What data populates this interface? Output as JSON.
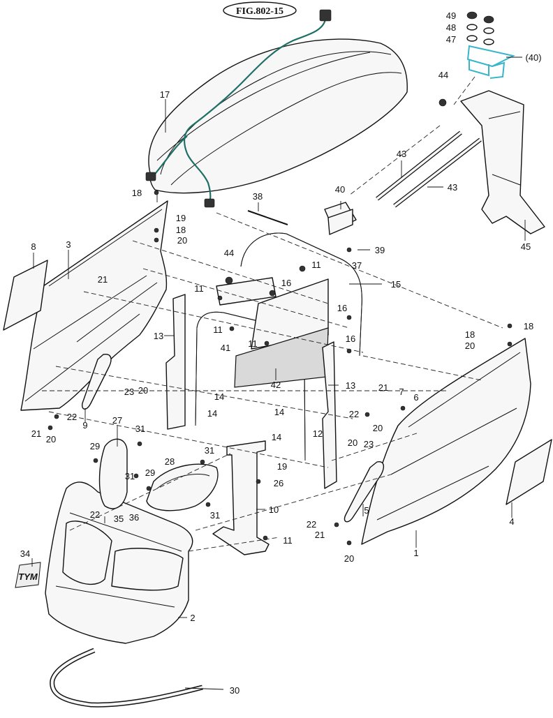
{
  "figure_ref": "FIG.802-15",
  "callouts": [
    {
      "id": "c1",
      "text": "1"
    },
    {
      "id": "c2",
      "text": "2"
    },
    {
      "id": "c3",
      "text": "3"
    },
    {
      "id": "c4",
      "text": "4"
    },
    {
      "id": "c5",
      "text": "5"
    },
    {
      "id": "c6",
      "text": "6"
    },
    {
      "id": "c7",
      "text": "7"
    },
    {
      "id": "c8",
      "text": "8"
    },
    {
      "id": "c9",
      "text": "9"
    },
    {
      "id": "c10",
      "text": "10"
    },
    {
      "id": "c11a",
      "text": "11"
    },
    {
      "id": "c11b",
      "text": "11"
    },
    {
      "id": "c11c",
      "text": "11"
    },
    {
      "id": "c11d",
      "text": "11"
    },
    {
      "id": "c11e",
      "text": "11"
    },
    {
      "id": "c12",
      "text": "12"
    },
    {
      "id": "c13a",
      "text": "13"
    },
    {
      "id": "c13b",
      "text": "13"
    },
    {
      "id": "c14a",
      "text": "14"
    },
    {
      "id": "c14b",
      "text": "14"
    },
    {
      "id": "c14c",
      "text": "14"
    },
    {
      "id": "c14d",
      "text": "14"
    },
    {
      "id": "c15",
      "text": "15"
    },
    {
      "id": "c16a",
      "text": "16"
    },
    {
      "id": "c16b",
      "text": "16"
    },
    {
      "id": "c16c",
      "text": "16"
    },
    {
      "id": "c17",
      "text": "17"
    },
    {
      "id": "c18a",
      "text": "18"
    },
    {
      "id": "c18b",
      "text": "18"
    },
    {
      "id": "c18c",
      "text": "18"
    },
    {
      "id": "c18d",
      "text": "18"
    },
    {
      "id": "c19a",
      "text": "19"
    },
    {
      "id": "c19b",
      "text": "19"
    },
    {
      "id": "c20a",
      "text": "20"
    },
    {
      "id": "c20b",
      "text": "20"
    },
    {
      "id": "c20c",
      "text": "20"
    },
    {
      "id": "c20d",
      "text": "20"
    },
    {
      "id": "c20e",
      "text": "20"
    },
    {
      "id": "c20f",
      "text": "20"
    },
    {
      "id": "c20g",
      "text": "20"
    },
    {
      "id": "c21a",
      "text": "21"
    },
    {
      "id": "c21b",
      "text": "21"
    },
    {
      "id": "c21c",
      "text": "21"
    },
    {
      "id": "c21d",
      "text": "21"
    },
    {
      "id": "c22a",
      "text": "22"
    },
    {
      "id": "c22b",
      "text": "22"
    },
    {
      "id": "c22c",
      "text": "22"
    },
    {
      "id": "c22d",
      "text": "22"
    },
    {
      "id": "c23a",
      "text": "23"
    },
    {
      "id": "c23b",
      "text": "23"
    },
    {
      "id": "c26",
      "text": "26"
    },
    {
      "id": "c27",
      "text": "27"
    },
    {
      "id": "c28",
      "text": "28"
    },
    {
      "id": "c29a",
      "text": "29"
    },
    {
      "id": "c29b",
      "text": "29"
    },
    {
      "id": "c30",
      "text": "30"
    },
    {
      "id": "c31a",
      "text": "31"
    },
    {
      "id": "c31b",
      "text": "31"
    },
    {
      "id": "c31c",
      "text": "31"
    },
    {
      "id": "c31d",
      "text": "31"
    },
    {
      "id": "c34",
      "text": "34"
    },
    {
      "id": "c35",
      "text": "35"
    },
    {
      "id": "c36",
      "text": "36"
    },
    {
      "id": "c37",
      "text": "37"
    },
    {
      "id": "c38",
      "text": "38"
    },
    {
      "id": "c39",
      "text": "39"
    },
    {
      "id": "c40a",
      "text": "40"
    },
    {
      "id": "c40b",
      "text": "(40)"
    },
    {
      "id": "c41",
      "text": "41"
    },
    {
      "id": "c42",
      "text": "42"
    },
    {
      "id": "c43a",
      "text": "43"
    },
    {
      "id": "c43b",
      "text": "43"
    },
    {
      "id": "c44a",
      "text": "44"
    },
    {
      "id": "c44b",
      "text": "44"
    },
    {
      "id": "c45",
      "text": "45"
    },
    {
      "id": "c47",
      "text": "47"
    },
    {
      "id": "c48",
      "text": "48"
    },
    {
      "id": "c49",
      "text": "49"
    }
  ],
  "logo": {
    "text": "TYM"
  },
  "colors": {
    "wire_harness": "#1f6f66",
    "highlight_bracket": "#38b6c8",
    "line": "#111111"
  }
}
